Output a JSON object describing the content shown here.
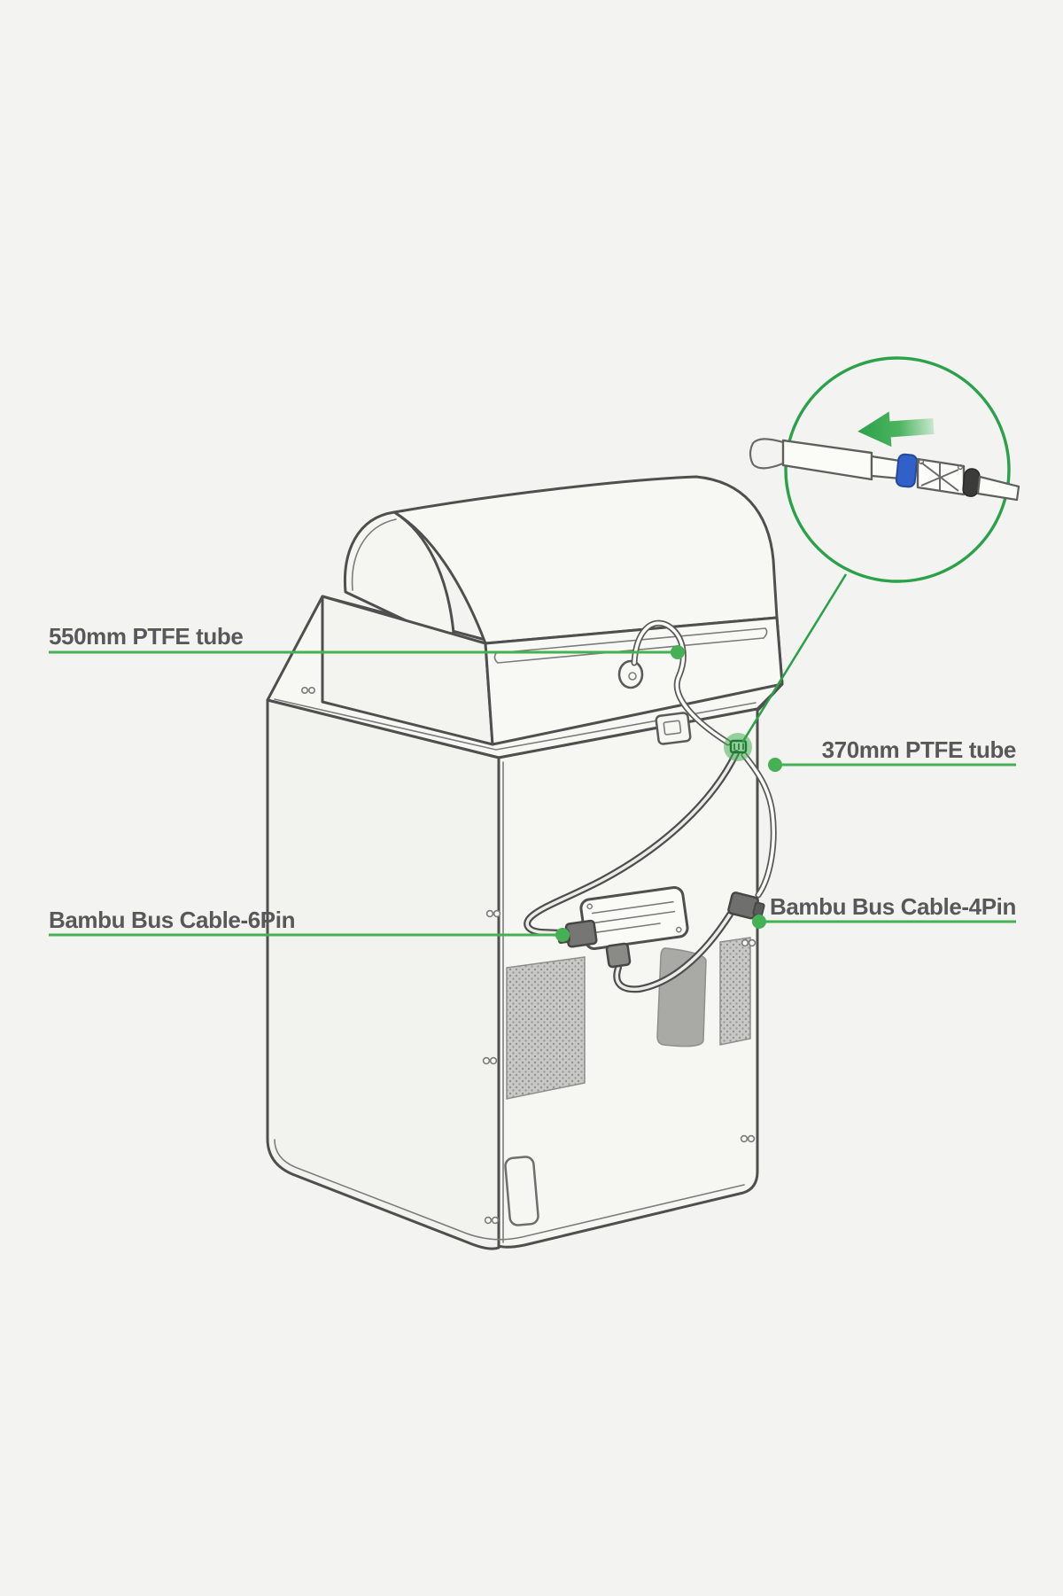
{
  "colors": {
    "background": "#f3f3f1",
    "accent_green": "#45b054",
    "detail_green": "#2ba14a",
    "label_gray": "#58585a",
    "line_gray": "#4f4f4f",
    "collet_blue": "#3160c9"
  },
  "labels": {
    "tube_550": "550mm PTFE tube",
    "tube_370": "370mm PTFE tube",
    "cable_6pin": "Bambu Bus Cable-6Pin",
    "cable_4pin": "Bambu Bus Cable-4Pin"
  }
}
